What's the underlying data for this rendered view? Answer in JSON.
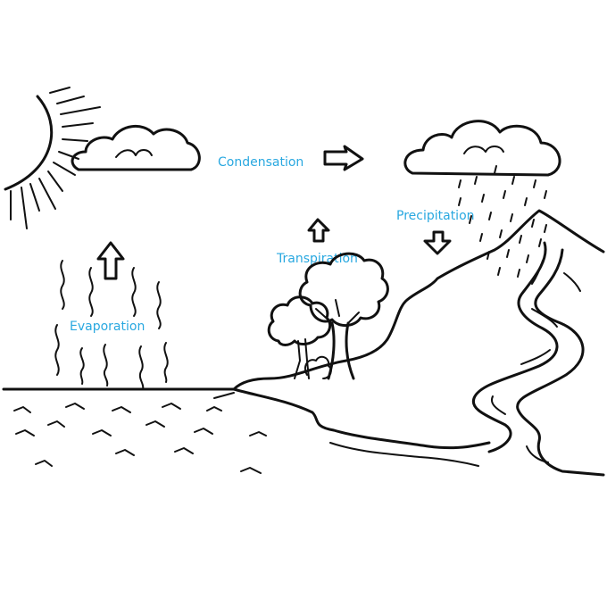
{
  "labels": {
    "condensation": "Condensation",
    "precipitation": "Precipitation",
    "transpiration": "Transpiration",
    "evaporation": "Evaporation"
  },
  "colors": {
    "ink": "#111111",
    "label": "#29a8e0",
    "background": "#ffffff"
  }
}
